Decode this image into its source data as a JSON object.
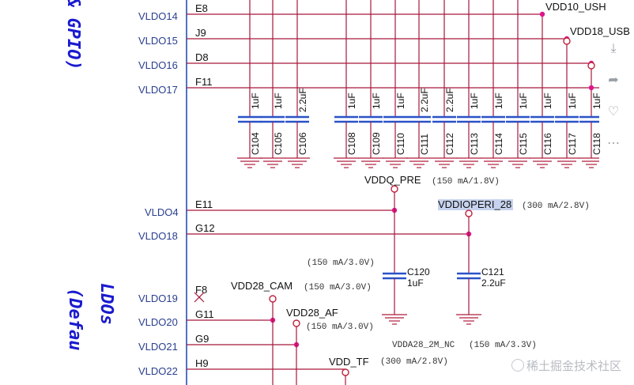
{
  "titles": {
    "gpio": "& GPIO)",
    "ldos": "LDOs",
    "default": "(Defau"
  },
  "pins": [
    "VLDO14",
    "VLDO15",
    "VLDO16",
    "VLDO17",
    "VLDO4",
    "VLDO18",
    "VLDO19",
    "VLDO20",
    "VLDO21",
    "VLDO22"
  ],
  "balls": [
    "E8",
    "J9",
    "D8",
    "F11",
    "E11",
    "G12",
    "F8",
    "G11",
    "G9",
    "H9"
  ],
  "nets": {
    "vdd10_usb": "VDD10_USH",
    "vdd18_usb": "VDD18_USB",
    "vddq_pre": "VDDQ_PRE",
    "vddq_pre_spec": "(150 mA/1.8V)",
    "vddioperi": "VDDIOPERI_28",
    "vddioperi_spec": "(300 mA/2.8V)",
    "spec_150_3v": "(150 mA/3.0V)",
    "vdd28_cam": "VDD28_CAM",
    "vdd28_cam_spec": "(150 mA/3.0V)",
    "vdd28_af": "VDD28_AF",
    "vdd28_af_spec": "(150 mA/3.0V)",
    "vdda28_2m": "VDDA28_2M_NC",
    "vdda28_2m_spec": "(150 mA/3.3V)",
    "vdd_tf": "VDD_TF",
    "vdd_tf_spec": "(300 mA/2.8V)"
  },
  "caps_top": [
    {
      "ref": "C104",
      "value": "1uF"
    },
    {
      "ref": "C105",
      "value": "1uF"
    },
    {
      "ref": "C106",
      "value": "2.2uF"
    },
    {
      "ref": "C108",
      "value": "1uF"
    },
    {
      "ref": "C109",
      "value": "1uF"
    },
    {
      "ref": "C110",
      "value": "1uF"
    },
    {
      "ref": "C111",
      "value": "2.2uF"
    },
    {
      "ref": "C112",
      "value": "2.2uF"
    },
    {
      "ref": "C113",
      "value": "1uF"
    },
    {
      "ref": "C114",
      "value": "1uF"
    },
    {
      "ref": "C115",
      "value": "1uF"
    },
    {
      "ref": "C116",
      "value": "1uF"
    },
    {
      "ref": "C117",
      "value": "1uF"
    },
    {
      "ref": "C118",
      "value": "1uF"
    }
  ],
  "caps_mid": [
    {
      "ref": "C120",
      "value": "1uF"
    },
    {
      "ref": "C121",
      "value": "2.2uF"
    }
  ],
  "sidebar": [
    "download-icon",
    "share-icon",
    "like-icon",
    "comment-icon"
  ],
  "watermark": "稀土掘金技术社区",
  "colors": {
    "pin_text": "#2a3f8f",
    "wire": "#a8183c",
    "title": "#1a1ad0",
    "highlight": "#c7d3ee"
  }
}
